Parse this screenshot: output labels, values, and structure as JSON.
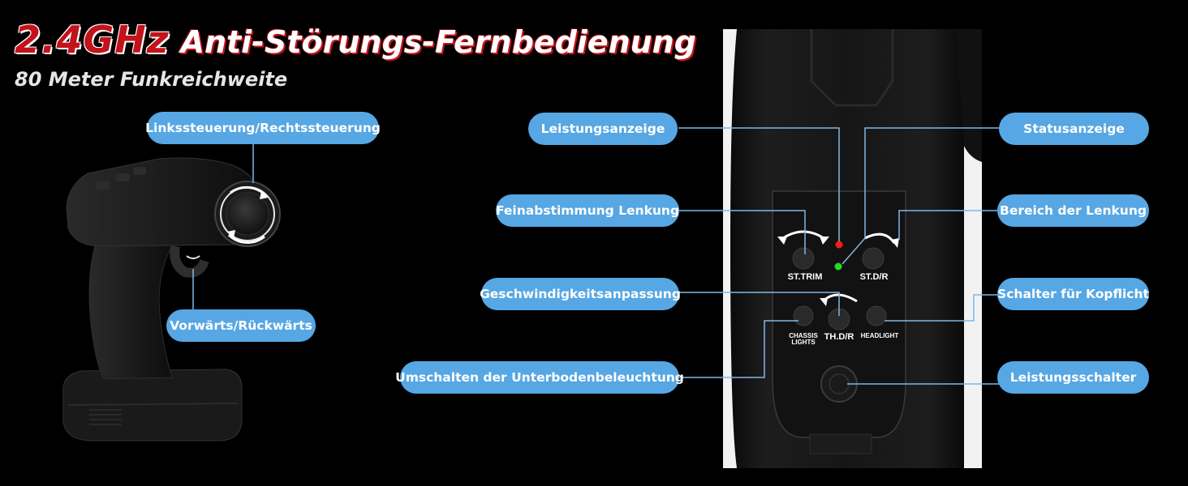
{
  "header": {
    "title_big": "2.4GHz",
    "title_rest": "Anti-Störungs-Fernbedienung",
    "subtitle": "80 Meter Funkreichweite"
  },
  "callouts": {
    "steering_side": "Linkssteuerung/Rechtssteuerung",
    "forward_reverse": "Vorwärts/Rückwärts",
    "power_indicator": "Leistungsanzeige",
    "fine_tune_steering": "Feinabstimmung Lenkung",
    "speed_adjust": "Geschwindigkeitsanpassung",
    "underbody_light_switch": "Umschalten der Unterbodenbeleuchtung",
    "status_indicator": "Statusanzeige",
    "steering_range": "Bereich der Lenkung",
    "headlight_switch": "Schalter für Kopflicht",
    "power_switch": "Leistungsschalter"
  },
  "panel": {
    "st_trim": "ST.TRIM",
    "st_dr": "ST.D/R",
    "chassis_lights_1": "CHASSIS",
    "chassis_lights_2": "LIGHTS",
    "th_dr": "TH.D/R",
    "headlight": "HEADLIGHT"
  },
  "colors": {
    "callout_bg": "#56a7e3",
    "connector_line": "#7fb8e6",
    "title_red": "#c4121a",
    "power_led": "#ff1a1a",
    "status_led": "#22dd22"
  }
}
